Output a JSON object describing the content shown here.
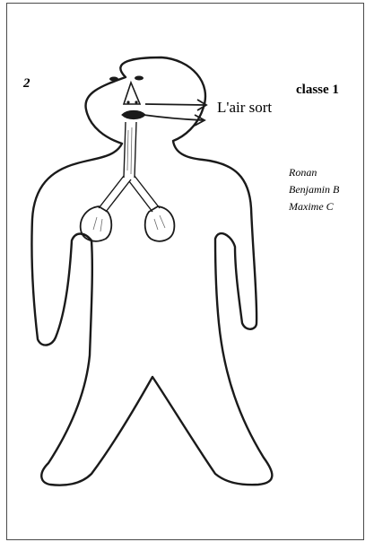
{
  "drawing": {
    "number": "2",
    "class_label": "classe 1",
    "arrow_caption": "L'air sort",
    "authors": [
      "Ronan",
      "Benjamin B",
      "Maxime C"
    ]
  },
  "colors": {
    "ink": "#1a1a1a",
    "frame": "#4a4a4a",
    "background": "#ffffff"
  }
}
